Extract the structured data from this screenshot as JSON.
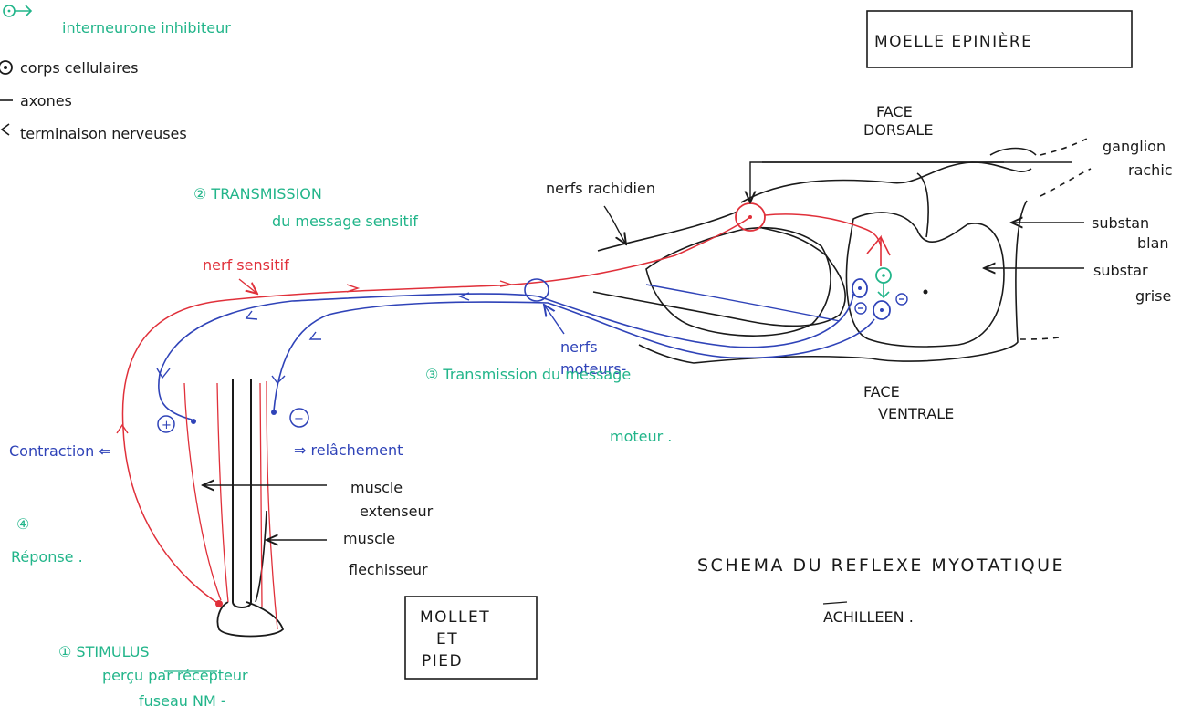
{
  "colors": {
    "ink": "#1a1a1a",
    "sensory": "#e0303a",
    "motor": "#2f43b8",
    "annotation": "#22b58a"
  },
  "legend": {
    "interneurone": "interneurone inhibiteur",
    "corps": "corps cellulaires",
    "axones": "axones",
    "terminaisons": "terminaison nerveuses"
  },
  "boxes": {
    "moelle": "MOELLE EPINIÈRE",
    "mollet_1": "MOLLET",
    "mollet_2": "ET",
    "mollet_3": "PIED"
  },
  "title": {
    "line1": "SCHEMA DU REFLEXE MYOTATIQUE",
    "line2": "ACHILLEEN ."
  },
  "faces": {
    "dorsale_1": "FACE",
    "dorsale_2": "DORSALE",
    "ventrale_1": "FACE",
    "ventrale_2": "VENTRALE"
  },
  "spinal_labels": {
    "ganglion_1": "ganglion",
    "ganglion_2": "rachic",
    "blanche_1": "substan",
    "blanche_2": "blan",
    "grise_1": "substar",
    "grise_2": "grise",
    "nerfs_rachidien": "nerfs rachidien"
  },
  "steps": {
    "s2_line1": "② TRANSMISSION",
    "s2_line2": "du message sensitif",
    "s3_line1": "③ Transmission du message",
    "s3_line2": "moteur .",
    "s4_num": "④",
    "s4_label": "Réponse .",
    "s1_line1": "① STIMULUS",
    "s1_line2": "perçu par récepteur",
    "s1_line3": "fuseau NM -"
  },
  "nerves": {
    "sensitif": "nerf sensitif",
    "moteurs_1": "nerfs",
    "moteurs_2": "moteurs-"
  },
  "muscles": {
    "contraction": "Contraction ⇐",
    "relachement": "⇒ relâchement",
    "plus": "+",
    "minus": "−",
    "extenseur_1": "muscle",
    "extenseur_2": "extenseur",
    "flechisseur_1": "muscle",
    "flechisseur_2": "flechisseur"
  }
}
